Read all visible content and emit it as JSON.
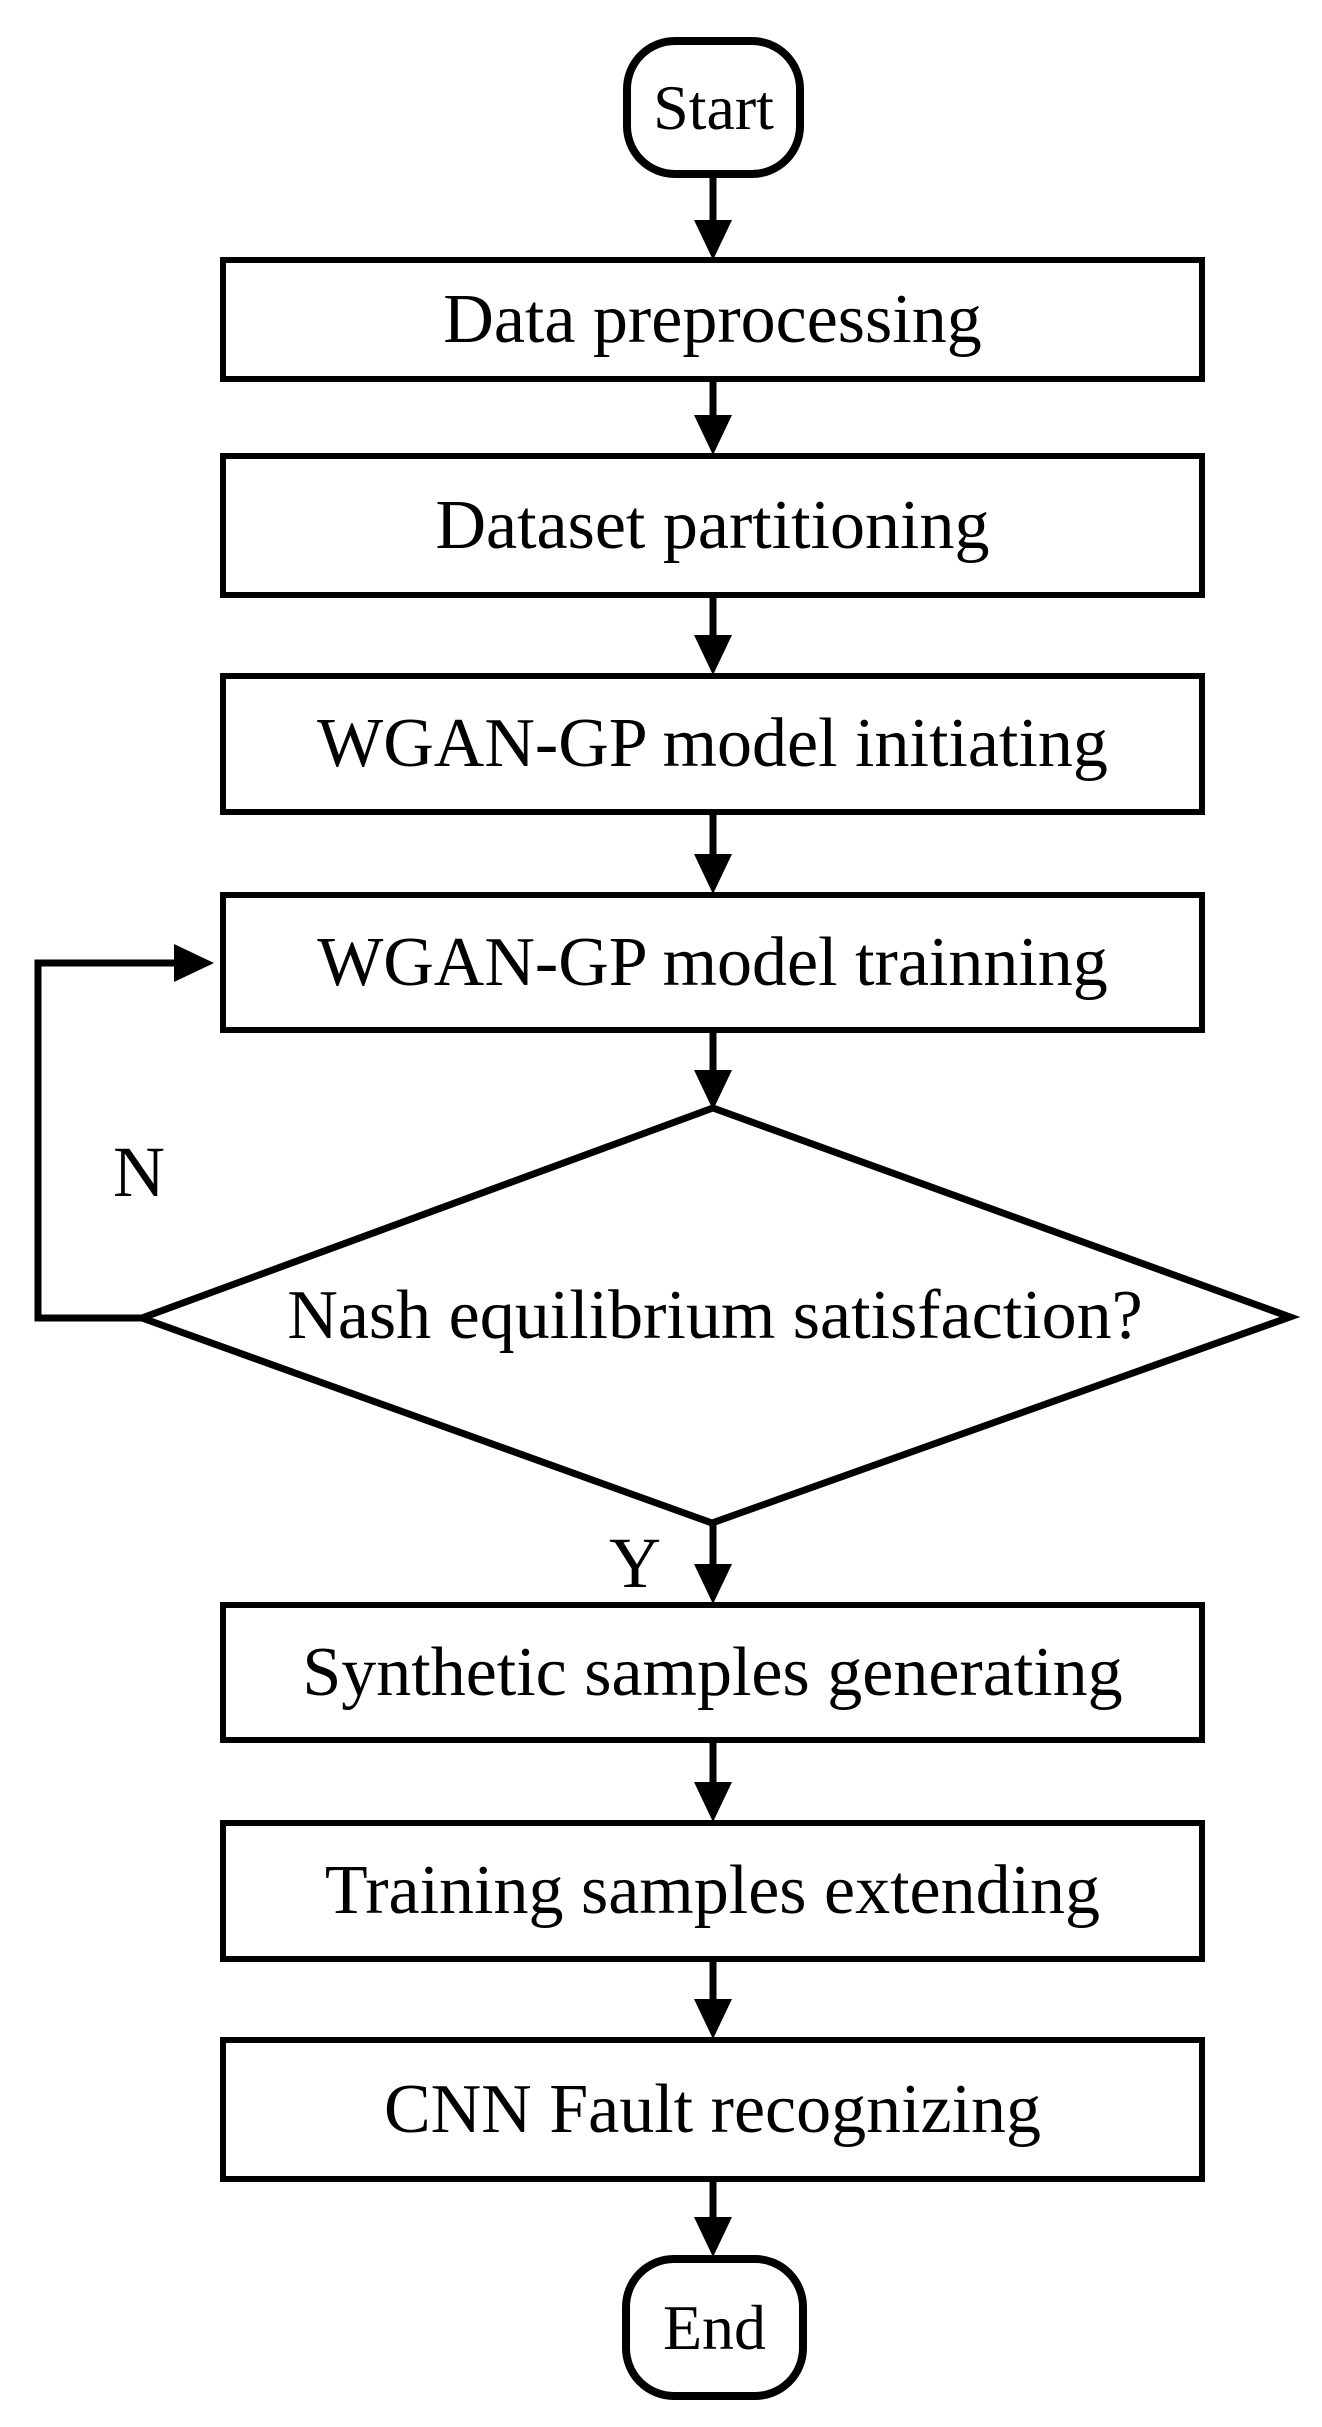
{
  "flowchart": {
    "start": {
      "label": "Start"
    },
    "steps": [
      {
        "id": "data-preprocessing",
        "label": "Data preprocessing"
      },
      {
        "id": "dataset-partitioning",
        "label": "Dataset partitioning"
      },
      {
        "id": "wgan-gp-model-initiating",
        "label": "WGAN-GP model initiating"
      },
      {
        "id": "wgan-gp-model-trainning",
        "label": "WGAN-GP model trainning"
      },
      {
        "id": "synthetic-samples-generating",
        "label": "Synthetic samples generating"
      },
      {
        "id": "training-samples-extending",
        "label": "Training samples extending"
      },
      {
        "id": "cnn-fault-recognizing",
        "label": "CNN Fault recognizing"
      }
    ],
    "decision": {
      "label": "Nash equilibrium satisfaction?",
      "no_label": "N",
      "yes_label": "Y"
    },
    "end": {
      "label": "End"
    },
    "colors": {
      "line": "#000000",
      "text": "#000000",
      "background": "#ffffff"
    }
  }
}
